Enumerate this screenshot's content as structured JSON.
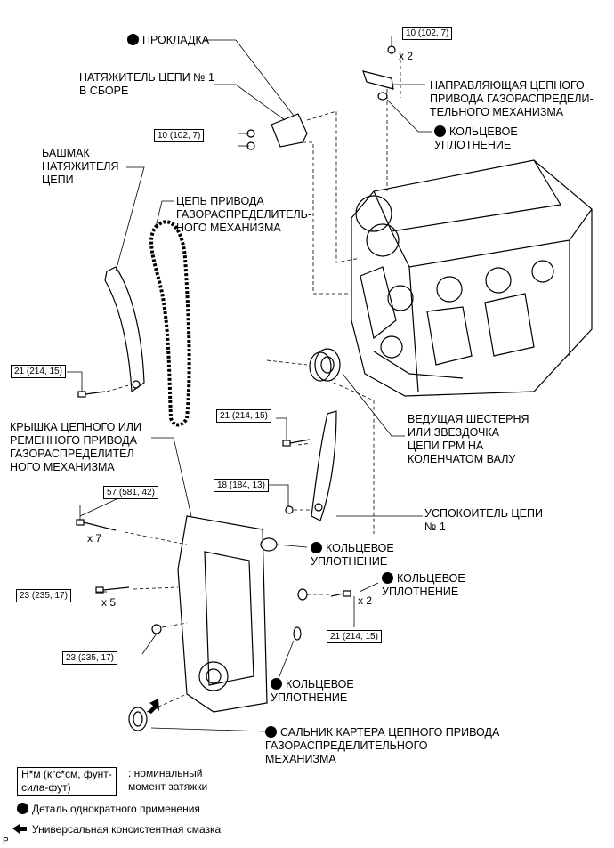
{
  "labels": {
    "gasket": "ПРОКЛАДКА",
    "tensioner": "НАТЯЖИТЕЛЬ ЦЕПИ № 1\nВ СБОРЕ",
    "guide": "НАПРАВЛЯЮЩАЯ ЦЕПНОГО\nПРИВОДА ГАЗОРАСПРЕДЕЛИ-\nТЕЛЬНОГО МЕХАНИЗМА",
    "oring_top": "КОЛЬЦЕВОЕ\nУПЛОТНЕНИЕ",
    "slipper": "БАШМАК\nНАТЯЖИТЕЛЯ\nЦЕПИ",
    "chain": "ЦЕПЬ ПРИВОДА\nГАЗОРАСПРЕДЕЛИТЕЛЬ-\nНОГО МЕХАНИЗМА",
    "sprocket": "ВЕДУЩАЯ ШЕСТЕРНЯ\nИЛИ ЗВЕЗДОЧКА\nЦЕПИ ГРМ НА\nКОЛЕНЧАТОМ ВАЛУ",
    "cover": "КРЫШКА ЦЕПНОГО ИЛИ\nРЕМЕННОГО ПРИВОДА\nГАЗОРАСПРЕДЕЛИТЕЛ\nНОГО МЕХАНИЗМА",
    "damper": "УСПОКОИТЕЛЬ ЦЕПИ\n№ 1",
    "oring_a": "КОЛЬЦЕВОЕ\nУПЛОТНЕНИЕ",
    "oring_b": "КОЛЬЦЕВОЕ\nУПЛОТНЕНИЕ",
    "oring_c": "КОЛЬЦЕВОЕ\nУПЛОТНЕНИЕ",
    "oil_seal": "САЛЬНИК КАРТЕРА ЦЕПНОГО ПРИВОДА\nГАЗОРАСПРЕДЕЛИТЕЛЬНОГО\nМЕХАНИЗМА"
  },
  "torques": {
    "t1": "10 (102, 7)",
    "t2": "10 (102, 7)",
    "t3": "21 (214, 15)",
    "t4": "21 (214, 15)",
    "t5": "18 (184, 13)",
    "t6": "57 (581, 42)",
    "t7": "23 (235, 17)",
    "t8": "21 (214, 15)",
    "t9": "23 (235, 17)"
  },
  "multipliers": {
    "m1": "x 2",
    "m2": "x 7",
    "m3": "x 5",
    "m4": "x 2"
  },
  "legend": {
    "unit_box": "Н*м (кгс*см, фунт-\nсила-фут)",
    "unit_desc": ": номинальный\nмомент затяжки",
    "non_reusable": "Деталь однократного применения",
    "grease": "Универсальная консистентная смазка",
    "corner": "P"
  }
}
